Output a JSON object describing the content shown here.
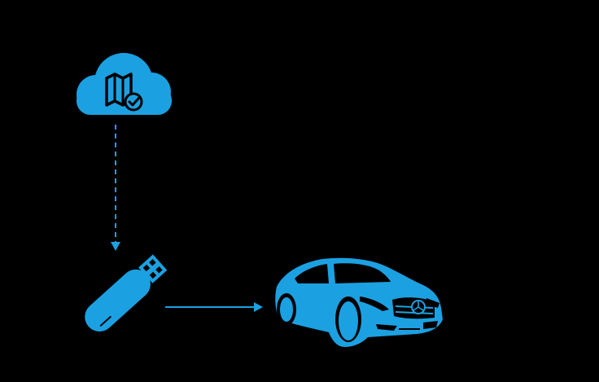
{
  "diagram": {
    "background_color": "#000000",
    "accent_color": "#1ba1e2",
    "nodes": [
      {
        "id": "cloud",
        "icon": "cloud-map-check-icon"
      },
      {
        "id": "usb",
        "icon": "usb-stick-icon"
      },
      {
        "id": "car",
        "icon": "car-icon"
      }
    ],
    "connectors": [
      {
        "from": "cloud",
        "to": "usb",
        "style": "dashed",
        "direction": "down"
      },
      {
        "from": "usb",
        "to": "car",
        "style": "solid",
        "direction": "right"
      }
    ]
  }
}
